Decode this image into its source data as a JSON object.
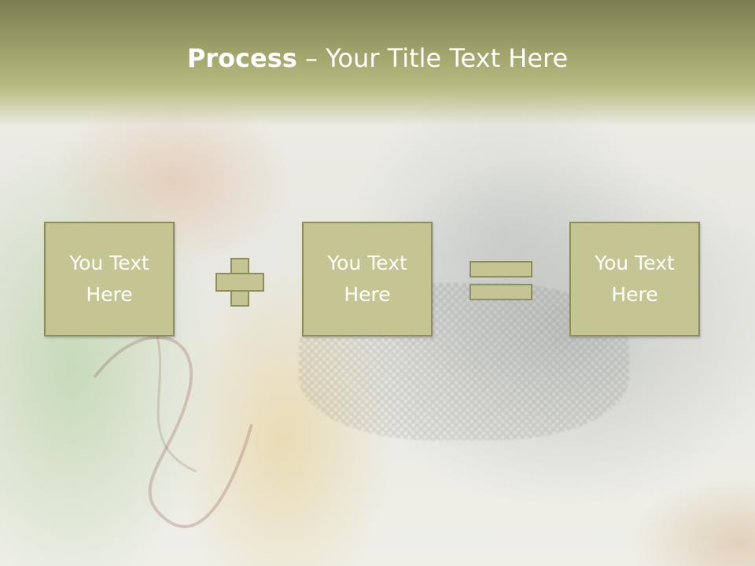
{
  "slide": {
    "title_bold": "Process",
    "title_rest": " – Your Title Text Here"
  },
  "process": {
    "boxes": [
      {
        "line1": "You Text",
        "line2": "Here"
      },
      {
        "line1": "You Text",
        "line2": "Here"
      },
      {
        "line1": "You Text",
        "line2": "Here"
      }
    ],
    "operators": [
      "plus",
      "equals"
    ]
  },
  "colors": {
    "header": "#a3a66d",
    "box_fill": "#c5c593",
    "box_border": "#8d8d5e",
    "text": "#ffffff"
  },
  "icons": {
    "operator_1": "plus-icon",
    "operator_2": "equals-icon"
  }
}
